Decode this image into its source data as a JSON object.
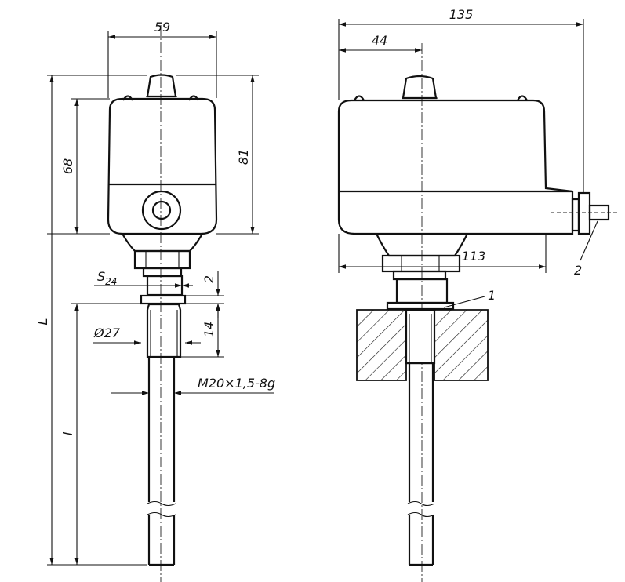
{
  "dimensions": {
    "width_59": "59",
    "height_68": "68",
    "height_81": "81",
    "hex_s": "S",
    "hex_s_sub": "24",
    "gap_2": "2",
    "diameter_27": "Ø27",
    "thread_14": "14",
    "thread_spec": "M20×1,5-8g",
    "length_total": "L",
    "length_immersion": "l",
    "width_135": "135",
    "offset_44": "44",
    "width_113": "113"
  },
  "callouts": {
    "gasket": "1",
    "cable_gland": "2"
  },
  "colors": {
    "ink": "#111111",
    "paper": "#ffffff"
  }
}
